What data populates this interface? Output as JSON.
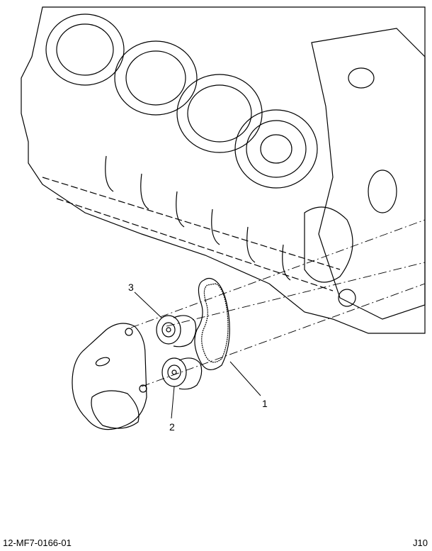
{
  "diagram": {
    "subject": "Engine block with thermostat housing, thermostats and seal (exploded view)",
    "callouts": [
      {
        "id": "1",
        "label": "1"
      },
      {
        "id": "2",
        "label": "2"
      },
      {
        "id": "3",
        "label": "3"
      }
    ]
  },
  "footer": {
    "figure_id": "12-MF7-0166-01",
    "page_code": "J10"
  }
}
